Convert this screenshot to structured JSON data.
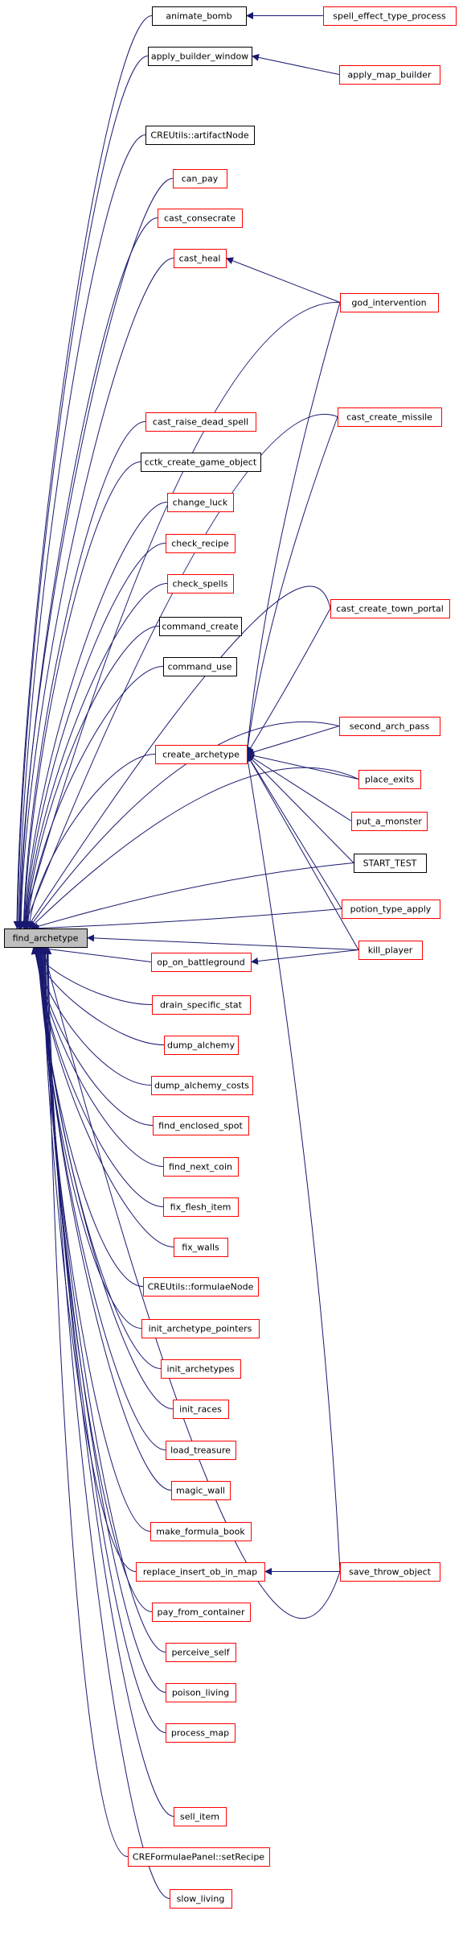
{
  "colors": {
    "edge": "#191970",
    "border_red": "#ff0000",
    "border_black": "#000000",
    "root_fill": "#bfbfbf",
    "node_fill": "#ffffff"
  },
  "graph": {
    "root": "find_archetype",
    "nodes": [
      {
        "id": "find_archetype",
        "label": "find_archetype",
        "style": "root"
      },
      {
        "id": "animate_bomb",
        "label": "animate_bomb",
        "style": "black"
      },
      {
        "id": "spell_effect_type_process",
        "label": "spell_effect_type_process",
        "style": "red"
      },
      {
        "id": "apply_builder_window",
        "label": "apply_builder_window",
        "style": "black"
      },
      {
        "id": "apply_map_builder",
        "label": "apply_map_builder",
        "style": "red"
      },
      {
        "id": "artifactNode",
        "label": "CREUtils::artifactNode",
        "style": "black"
      },
      {
        "id": "can_pay",
        "label": "can_pay",
        "style": "red"
      },
      {
        "id": "cast_consecrate",
        "label": "cast_consecrate",
        "style": "red"
      },
      {
        "id": "cast_heal",
        "label": "cast_heal",
        "style": "red"
      },
      {
        "id": "god_intervention",
        "label": "god_intervention",
        "style": "red"
      },
      {
        "id": "cast_create_missile",
        "label": "cast_create_missile",
        "style": "red"
      },
      {
        "id": "cast_raise_dead_spell",
        "label": "cast_raise_dead_spell",
        "style": "red"
      },
      {
        "id": "cctk_create_game_object",
        "label": "cctk_create_game_object",
        "style": "black"
      },
      {
        "id": "change_luck",
        "label": "change_luck",
        "style": "red"
      },
      {
        "id": "check_recipe",
        "label": "check_recipe",
        "style": "red"
      },
      {
        "id": "check_spells",
        "label": "check_spells",
        "style": "red"
      },
      {
        "id": "cast_create_town_portal",
        "label": "cast_create_town_portal",
        "style": "red"
      },
      {
        "id": "command_create",
        "label": "command_create",
        "style": "black"
      },
      {
        "id": "command_use",
        "label": "command_use",
        "style": "black"
      },
      {
        "id": "second_arch_pass",
        "label": "second_arch_pass",
        "style": "red"
      },
      {
        "id": "create_archetype",
        "label": "create_archetype",
        "style": "red"
      },
      {
        "id": "place_exits",
        "label": "place_exits",
        "style": "red"
      },
      {
        "id": "put_a_monster",
        "label": "put_a_monster",
        "style": "red"
      },
      {
        "id": "START_TEST",
        "label": "START_TEST",
        "style": "black"
      },
      {
        "id": "potion_type_apply",
        "label": "potion_type_apply",
        "style": "red"
      },
      {
        "id": "kill_player",
        "label": "kill_player",
        "style": "red"
      },
      {
        "id": "op_on_battleground",
        "label": "op_on_battleground",
        "style": "red"
      },
      {
        "id": "drain_specific_stat",
        "label": "drain_specific_stat",
        "style": "red"
      },
      {
        "id": "dump_alchemy",
        "label": "dump_alchemy",
        "style": "red"
      },
      {
        "id": "dump_alchemy_costs",
        "label": "dump_alchemy_costs",
        "style": "red"
      },
      {
        "id": "find_enclosed_spot",
        "label": "find_enclosed_spot",
        "style": "red"
      },
      {
        "id": "find_next_coin",
        "label": "find_next_coin",
        "style": "red"
      },
      {
        "id": "fix_flesh_item",
        "label": "fix_flesh_item",
        "style": "red"
      },
      {
        "id": "fix_walls",
        "label": "fix_walls",
        "style": "red"
      },
      {
        "id": "formulaeNode",
        "label": "CREUtils::formulaeNode",
        "style": "red"
      },
      {
        "id": "init_archetype_pointers",
        "label": "init_archetype_pointers",
        "style": "red"
      },
      {
        "id": "init_archetypes",
        "label": "init_archetypes",
        "style": "red"
      },
      {
        "id": "init_races",
        "label": "init_races",
        "style": "red"
      },
      {
        "id": "load_treasure",
        "label": "load_treasure",
        "style": "red"
      },
      {
        "id": "magic_wall",
        "label": "magic_wall",
        "style": "red"
      },
      {
        "id": "make_formula_book",
        "label": "make_formula_book",
        "style": "red"
      },
      {
        "id": "replace_insert_ob_in_map",
        "label": "replace_insert_ob_in_map",
        "style": "red"
      },
      {
        "id": "save_throw_object",
        "label": "save_throw_object",
        "style": "red"
      },
      {
        "id": "pay_from_container",
        "label": "pay_from_container",
        "style": "red"
      },
      {
        "id": "perceive_self",
        "label": "perceive_self",
        "style": "red"
      },
      {
        "id": "poison_living",
        "label": "poison_living",
        "style": "red"
      },
      {
        "id": "process_map",
        "label": "process_map",
        "style": "red"
      },
      {
        "id": "sell_item",
        "label": "sell_item",
        "style": "red"
      },
      {
        "id": "setRecipe",
        "label": "CREFormulaePanel::setRecipe",
        "style": "red"
      },
      {
        "id": "slow_living",
        "label": "slow_living",
        "style": "red"
      }
    ],
    "edges": [
      [
        "animate_bomb",
        "find_archetype"
      ],
      [
        "apply_builder_window",
        "find_archetype"
      ],
      [
        "artifactNode",
        "find_archetype"
      ],
      [
        "can_pay",
        "find_archetype"
      ],
      [
        "cast_consecrate",
        "find_archetype"
      ],
      [
        "cast_heal",
        "find_archetype"
      ],
      [
        "god_intervention",
        "find_archetype"
      ],
      [
        "cast_create_missile",
        "find_archetype"
      ],
      [
        "cast_raise_dead_spell",
        "find_archetype"
      ],
      [
        "cctk_create_game_object",
        "find_archetype"
      ],
      [
        "change_luck",
        "find_archetype"
      ],
      [
        "check_recipe",
        "find_archetype"
      ],
      [
        "check_spells",
        "find_archetype"
      ],
      [
        "cast_create_town_portal",
        "find_archetype"
      ],
      [
        "command_create",
        "find_archetype"
      ],
      [
        "command_use",
        "find_archetype"
      ],
      [
        "second_arch_pass",
        "find_archetype"
      ],
      [
        "create_archetype",
        "find_archetype"
      ],
      [
        "place_exits",
        "find_archetype"
      ],
      [
        "START_TEST",
        "find_archetype"
      ],
      [
        "potion_type_apply",
        "find_archetype"
      ],
      [
        "kill_player",
        "find_archetype"
      ],
      [
        "op_on_battleground",
        "find_archetype"
      ],
      [
        "drain_specific_stat",
        "find_archetype"
      ],
      [
        "dump_alchemy",
        "find_archetype"
      ],
      [
        "dump_alchemy_costs",
        "find_archetype"
      ],
      [
        "find_enclosed_spot",
        "find_archetype"
      ],
      [
        "find_next_coin",
        "find_archetype"
      ],
      [
        "fix_flesh_item",
        "find_archetype"
      ],
      [
        "fix_walls",
        "find_archetype"
      ],
      [
        "formulaeNode",
        "find_archetype"
      ],
      [
        "init_archetype_pointers",
        "find_archetype"
      ],
      [
        "init_archetypes",
        "find_archetype"
      ],
      [
        "init_races",
        "find_archetype"
      ],
      [
        "load_treasure",
        "find_archetype"
      ],
      [
        "magic_wall",
        "find_archetype"
      ],
      [
        "make_formula_book",
        "find_archetype"
      ],
      [
        "replace_insert_ob_in_map",
        "find_archetype"
      ],
      [
        "pay_from_container",
        "find_archetype"
      ],
      [
        "perceive_self",
        "find_archetype"
      ],
      [
        "poison_living",
        "find_archetype"
      ],
      [
        "process_map",
        "find_archetype"
      ],
      [
        "save_throw_object",
        "find_archetype"
      ],
      [
        "sell_item",
        "find_archetype"
      ],
      [
        "setRecipe",
        "find_archetype"
      ],
      [
        "slow_living",
        "find_archetype"
      ],
      [
        "spell_effect_type_process",
        "animate_bomb"
      ],
      [
        "apply_map_builder",
        "apply_builder_window"
      ],
      [
        "god_intervention",
        "cast_heal"
      ],
      [
        "kill_player",
        "op_on_battleground"
      ],
      [
        "save_throw_object",
        "replace_insert_ob_in_map"
      ],
      [
        "god_intervention",
        "create_archetype"
      ],
      [
        "cast_create_missile",
        "create_archetype"
      ],
      [
        "cast_create_town_portal",
        "create_archetype"
      ],
      [
        "second_arch_pass",
        "create_archetype"
      ],
      [
        "place_exits",
        "create_archetype"
      ],
      [
        "put_a_monster",
        "create_archetype"
      ],
      [
        "START_TEST",
        "create_archetype"
      ],
      [
        "potion_type_apply",
        "create_archetype"
      ],
      [
        "kill_player",
        "create_archetype"
      ],
      [
        "save_throw_object",
        "create_archetype"
      ]
    ]
  }
}
